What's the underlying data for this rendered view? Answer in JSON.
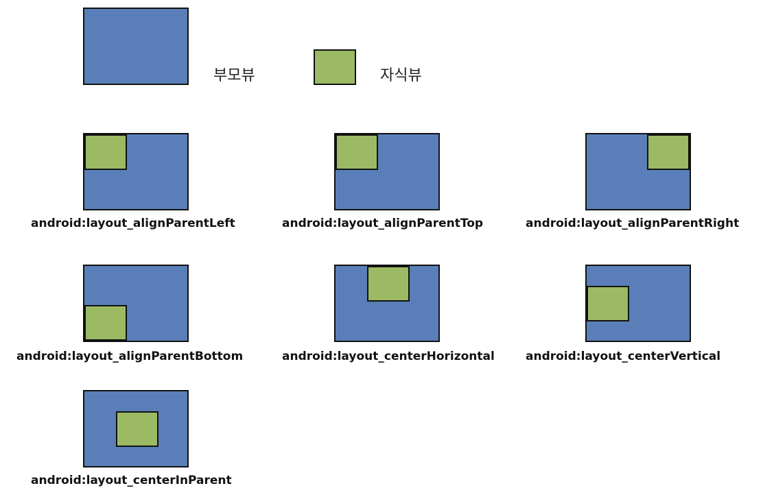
{
  "legend": {
    "parent_label": "부모뷰",
    "child_label": "자식뷰",
    "parent_color": "#5a7fb8",
    "child_color": "#9bba63"
  },
  "examples": [
    {
      "caption": "android:layout_alignParentLeft"
    },
    {
      "caption": "android:layout_alignParentTop"
    },
    {
      "caption": "android:layout_alignParentRight"
    },
    {
      "caption": "android:layout_alignParentBottom"
    },
    {
      "caption": "android:layout_centerHorizontal"
    },
    {
      "caption": "android:layout_centerVertical"
    },
    {
      "caption": "android:layout_centerInParent"
    }
  ]
}
